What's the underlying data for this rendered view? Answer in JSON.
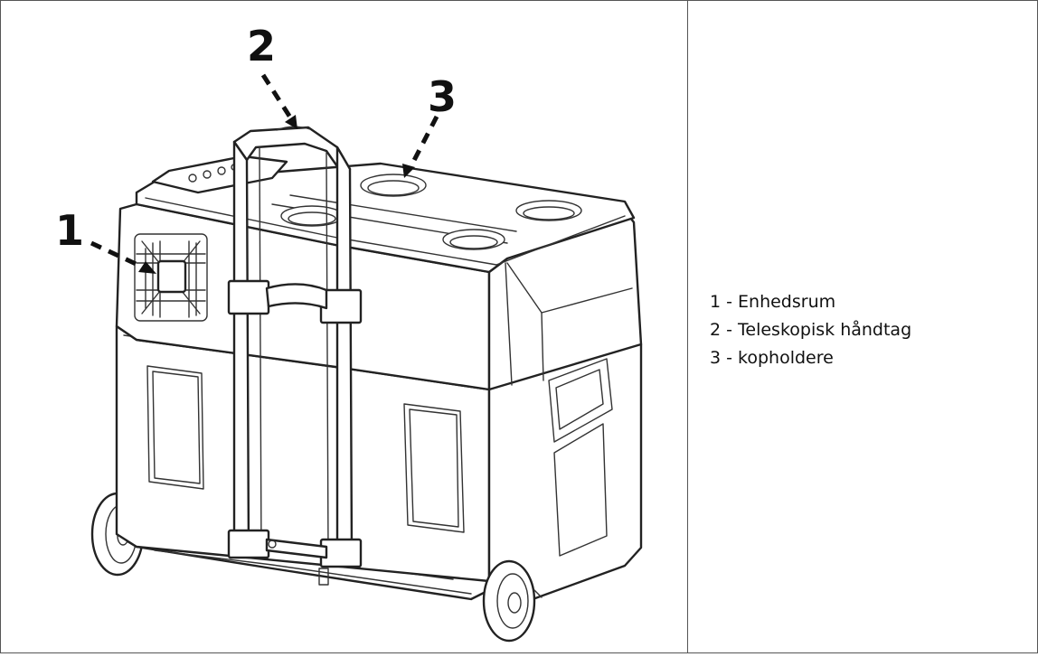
{
  "callouts": {
    "one": "1",
    "two": "2",
    "three": "3"
  },
  "legend": {
    "items": [
      "1 - Enhedsrum",
      "2 - Teleskopisk håndtag",
      "3 - kopholdere"
    ]
  }
}
